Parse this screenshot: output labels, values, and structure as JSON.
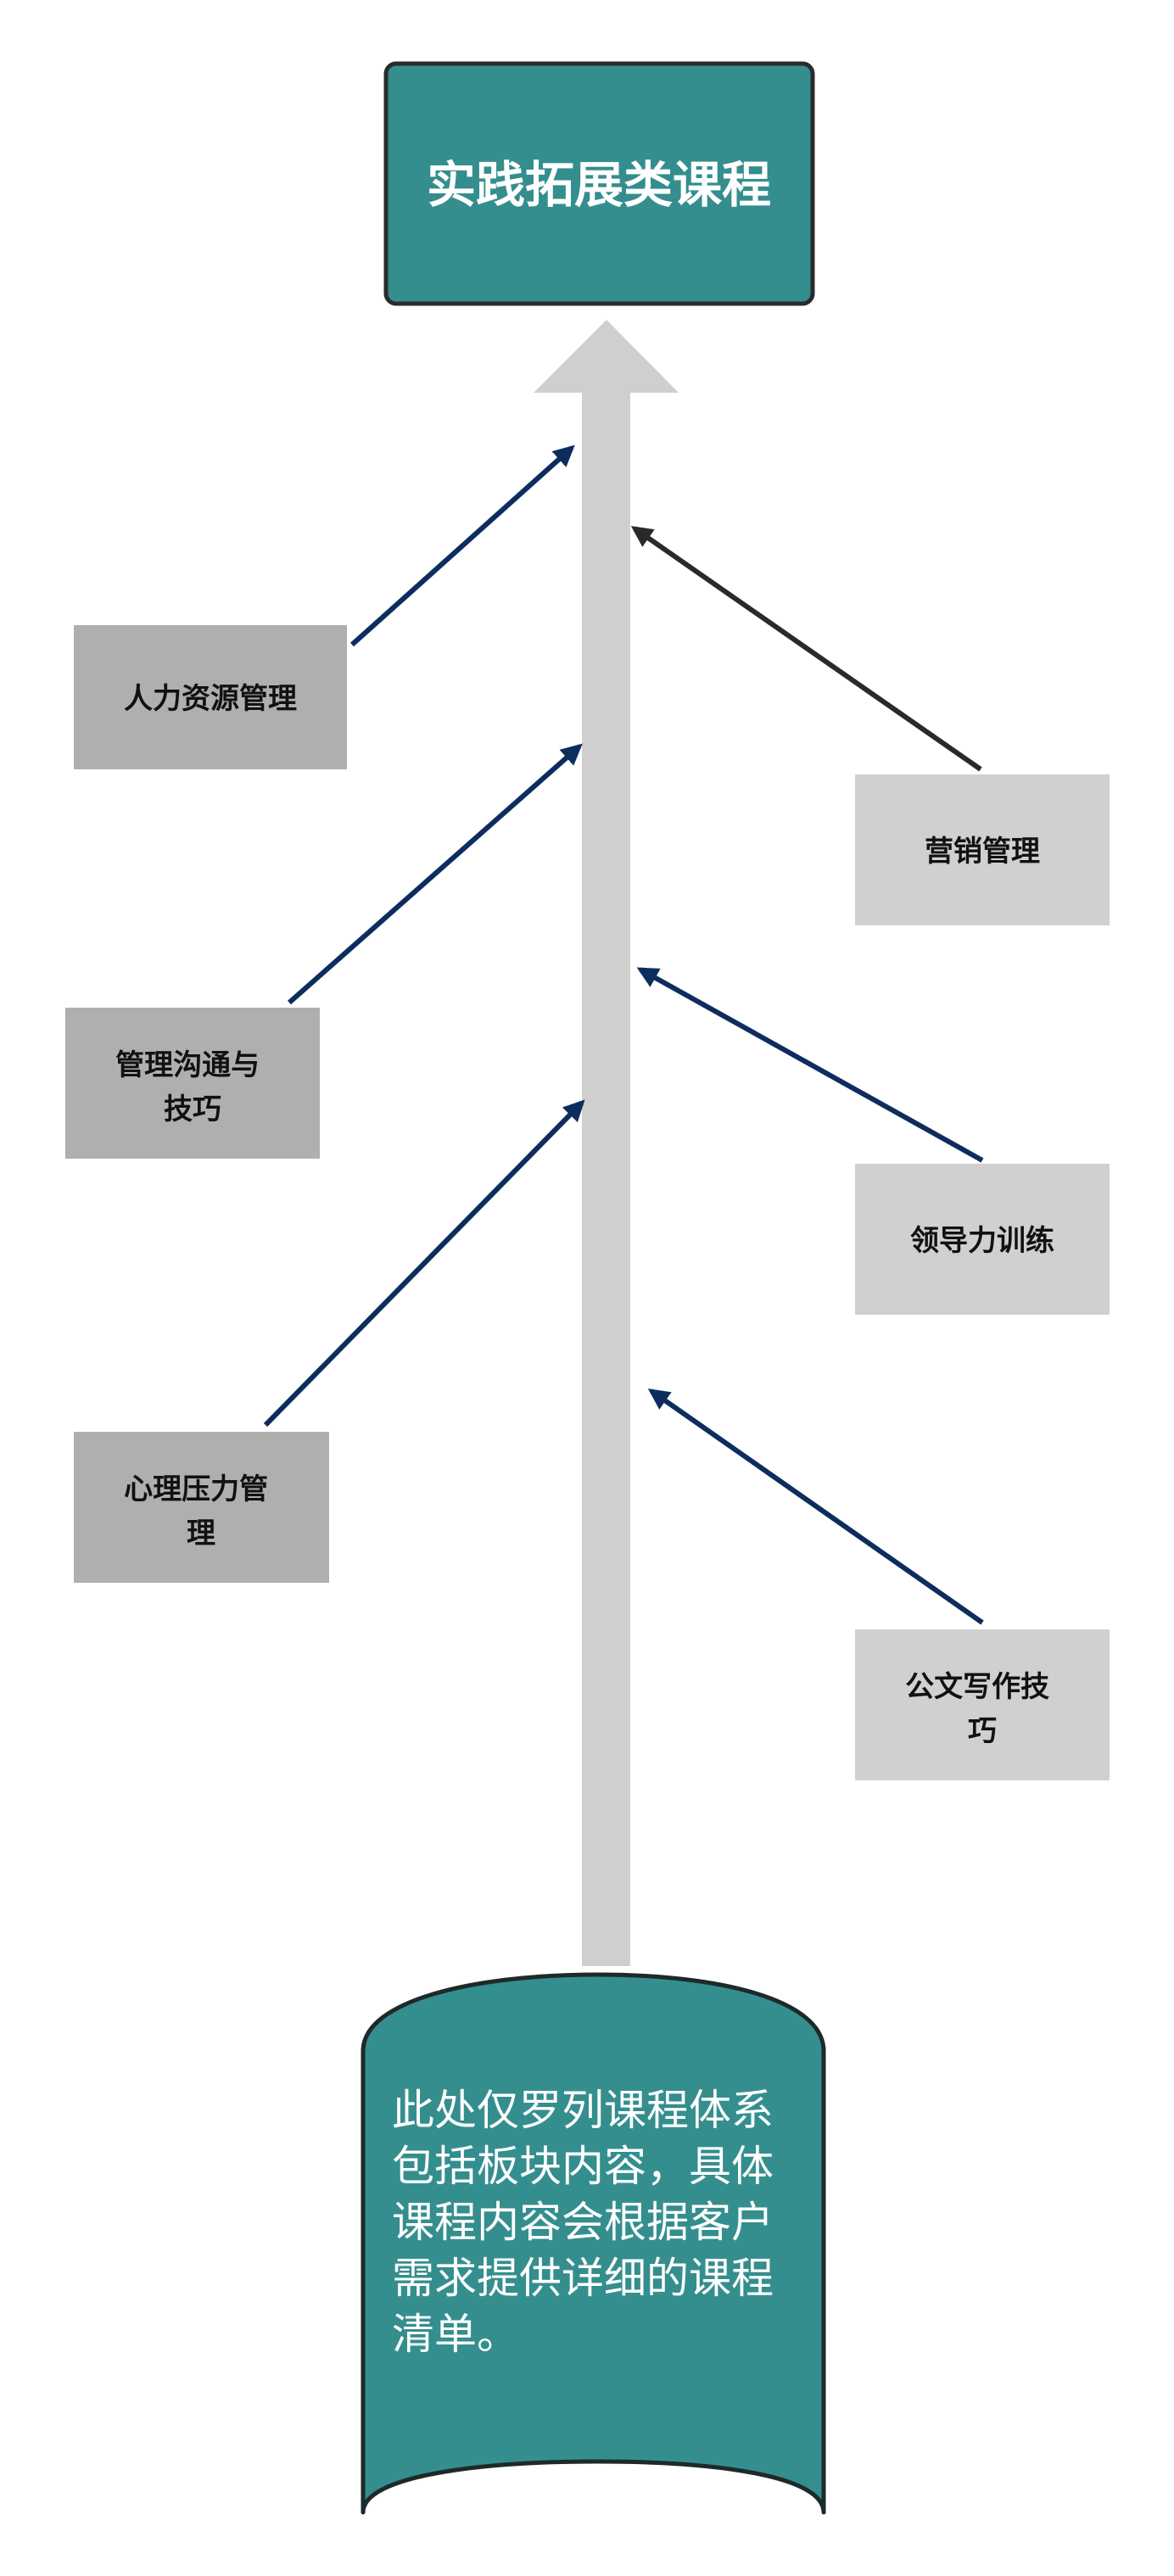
{
  "title": "实践拓展类课程",
  "colors": {
    "teal": "#358E8E",
    "dark_box": "#AFAFAF",
    "light_box": "#D0D0D0",
    "shaft": "#CFCFCF",
    "navy_arrow": "#0D2D5E",
    "black_arrow": "#2A2A2A"
  },
  "left_items": [
    {
      "lines": [
        "人力资源管理"
      ]
    },
    {
      "lines": [
        "管理沟通与",
        "技巧"
      ]
    },
    {
      "lines": [
        "心理压力管",
        "理"
      ]
    }
  ],
  "right_items": [
    {
      "lines": [
        "营销管理"
      ]
    },
    {
      "lines": [
        "领导力训练"
      ]
    },
    {
      "lines": [
        "公文写作技",
        "巧"
      ]
    }
  ],
  "note": {
    "lines": [
      "此处仅罗列课程体系",
      "包括板块内容，具体",
      "课程内容会根据客户",
      "需求提供详细的课程",
      "清单。"
    ]
  }
}
